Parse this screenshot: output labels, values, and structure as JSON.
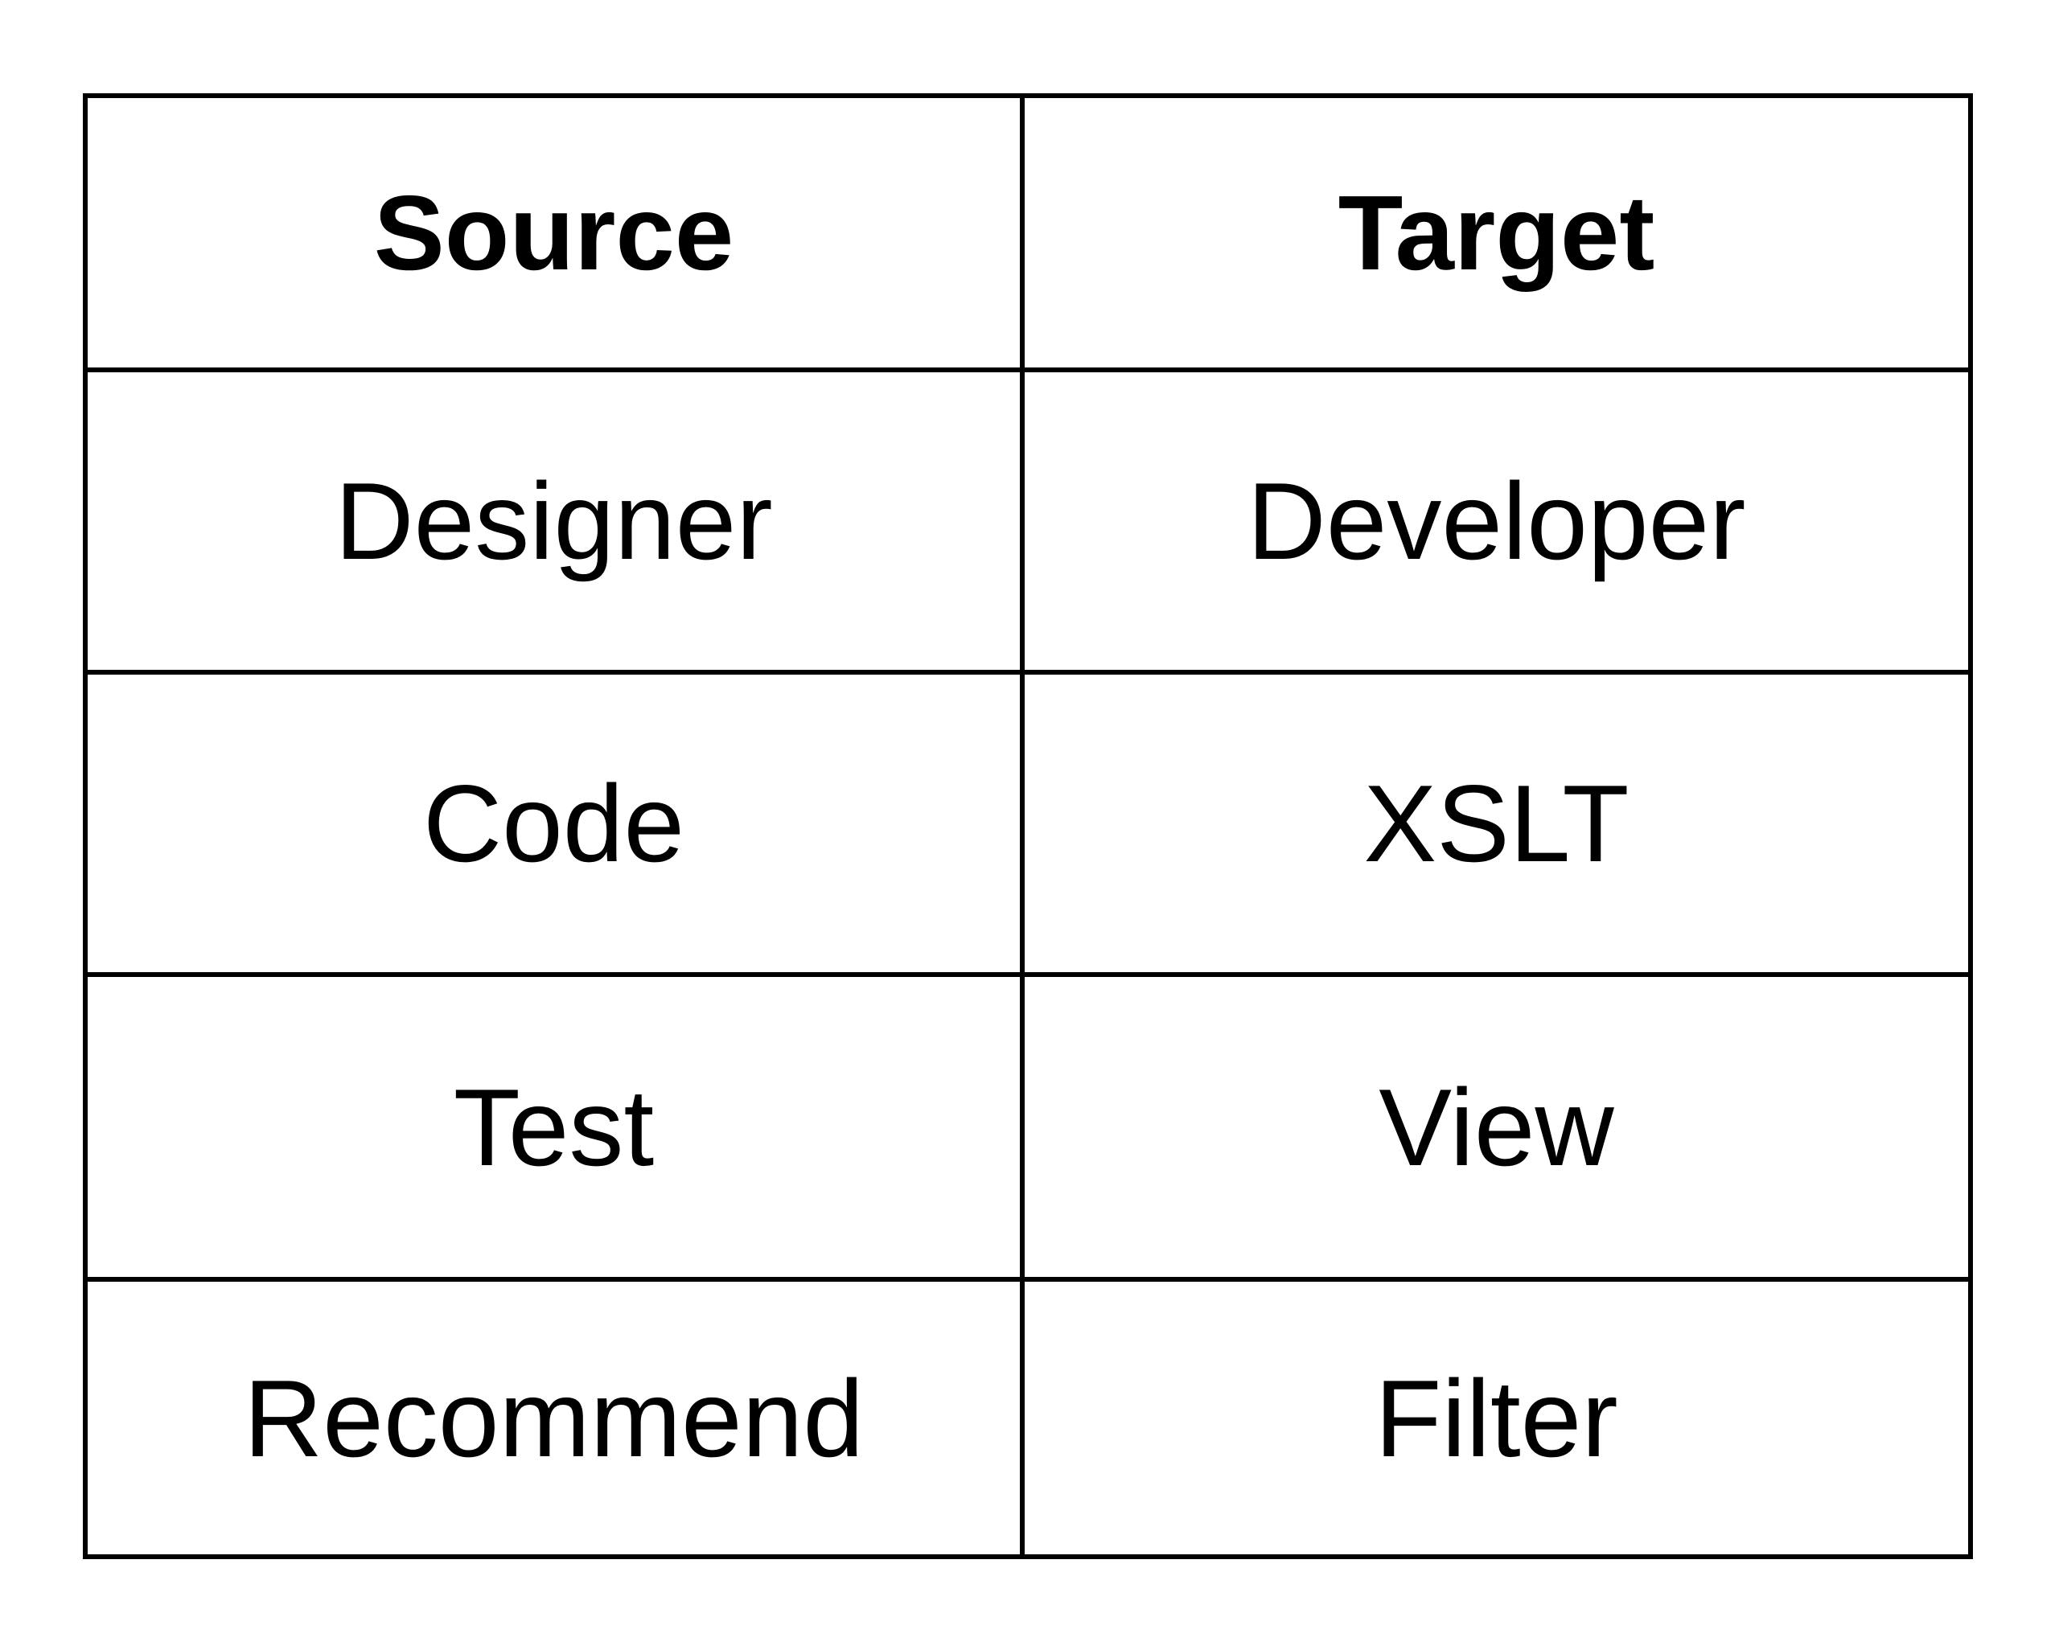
{
  "table": {
    "headers": [
      "Source",
      "Target"
    ],
    "rows": [
      [
        "Designer",
        "Developer"
      ],
      [
        "Code",
        "XSLT"
      ],
      [
        "Test",
        "View"
      ],
      [
        "Recommend",
        "Filter"
      ]
    ]
  }
}
